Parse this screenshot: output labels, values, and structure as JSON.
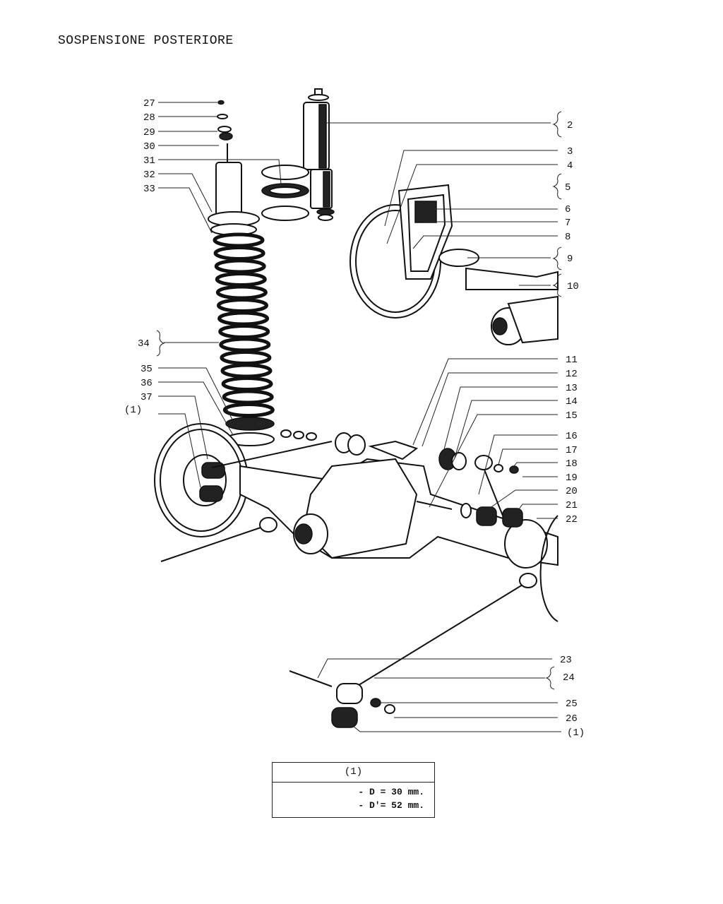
{
  "title": "SOSPENSIONE POSTERIORE",
  "callouts": [
    {
      "id": "27",
      "text": "27"
    },
    {
      "id": "28",
      "text": "28"
    },
    {
      "id": "29",
      "text": "29"
    },
    {
      "id": "30",
      "text": "30"
    },
    {
      "id": "31",
      "text": "31"
    },
    {
      "id": "32",
      "text": "32"
    },
    {
      "id": "33",
      "text": "33"
    },
    {
      "id": "34",
      "text": "34"
    },
    {
      "id": "35",
      "text": "35"
    },
    {
      "id": "36",
      "text": "36"
    },
    {
      "id": "37",
      "text": "37"
    },
    {
      "id": "1a",
      "text": "(1)"
    },
    {
      "id": "2",
      "text": "2"
    },
    {
      "id": "3",
      "text": "3"
    },
    {
      "id": "4",
      "text": "4"
    },
    {
      "id": "5",
      "text": "5"
    },
    {
      "id": "6",
      "text": "6"
    },
    {
      "id": "7",
      "text": "7"
    },
    {
      "id": "8",
      "text": "8"
    },
    {
      "id": "9",
      "text": "9"
    },
    {
      "id": "10",
      "text": "10"
    },
    {
      "id": "11",
      "text": "11"
    },
    {
      "id": "12",
      "text": "12"
    },
    {
      "id": "13",
      "text": "13"
    },
    {
      "id": "14",
      "text": "14"
    },
    {
      "id": "15",
      "text": "15"
    },
    {
      "id": "16",
      "text": "16"
    },
    {
      "id": "17",
      "text": "17"
    },
    {
      "id": "18",
      "text": "18"
    },
    {
      "id": "19",
      "text": "19"
    },
    {
      "id": "20",
      "text": "20"
    },
    {
      "id": "21",
      "text": "21"
    },
    {
      "id": "22",
      "text": "22"
    },
    {
      "id": "23",
      "text": "23"
    },
    {
      "id": "24",
      "text": "24"
    },
    {
      "id": "25",
      "text": "25"
    },
    {
      "id": "26",
      "text": "26"
    },
    {
      "id": "1b",
      "text": "(1)"
    }
  ],
  "spec_table": {
    "header": "(1)",
    "rows": [
      "- D = 30 mm.",
      "- D'= 52 mm."
    ]
  }
}
